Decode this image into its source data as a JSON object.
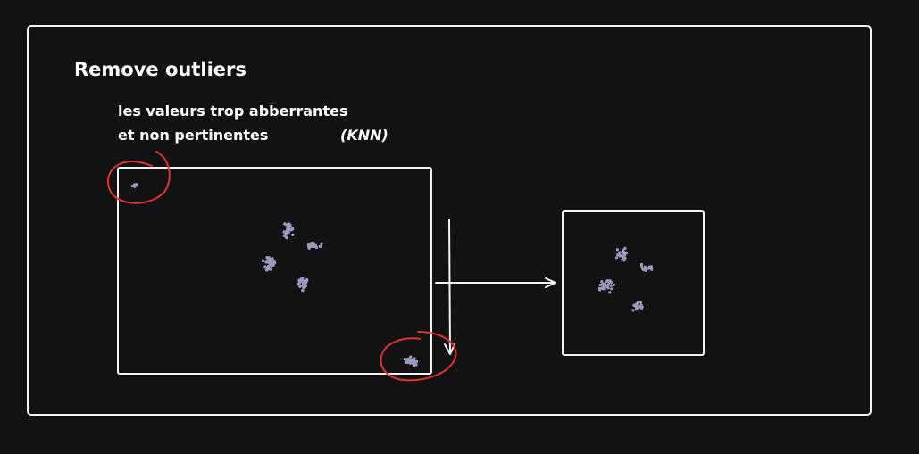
{
  "colors": {
    "background": "#121212",
    "stroke": "#f2f2f2",
    "outlier_circle": "#e03131",
    "points": "#9b9bc0"
  },
  "frame": {
    "title": "Remove outliers"
  },
  "note": {
    "line1": "les valeurs trop abberrantes",
    "line2": "et non pertinentes",
    "method": "(KNN)"
  }
}
